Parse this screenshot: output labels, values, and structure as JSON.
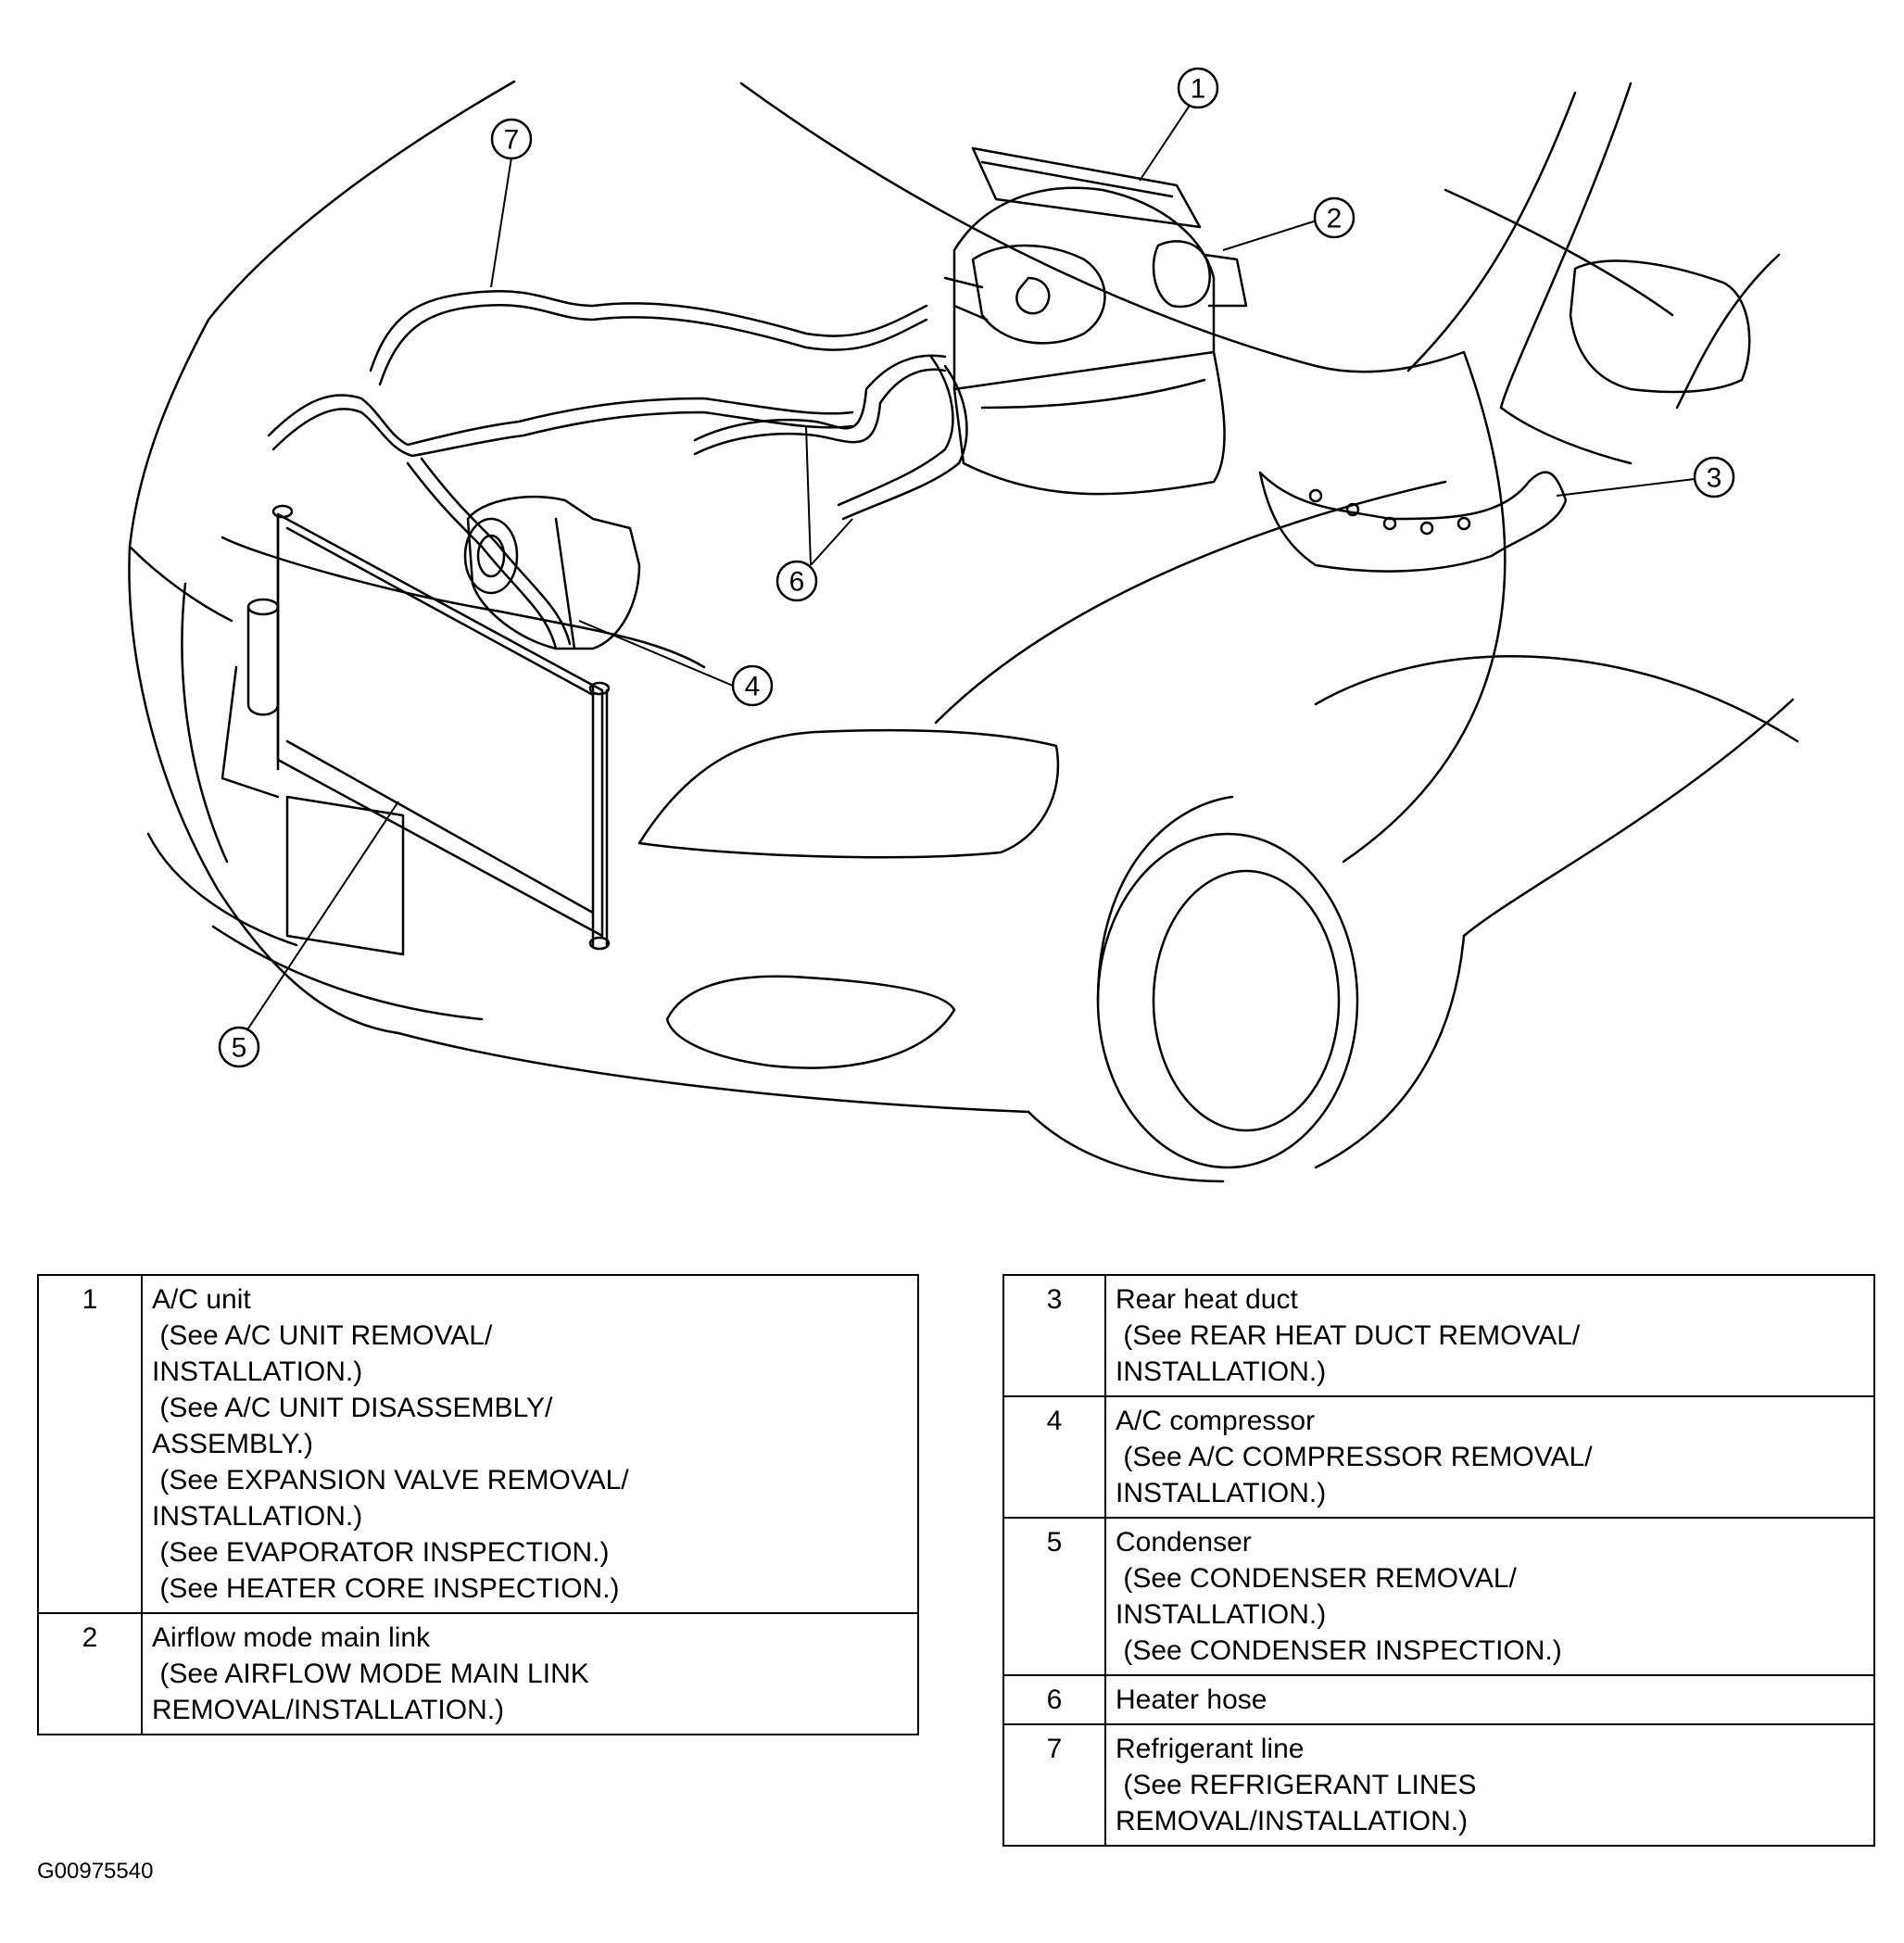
{
  "callouts": [
    "1",
    "2",
    "3",
    "4",
    "5",
    "6",
    "7"
  ],
  "legend_left": [
    {
      "num": "1",
      "title": "A/C unit",
      "notes": [
        " (See A/C UNIT REMOVAL/",
        "INSTALLATION.)",
        " (See A/C UNIT DISASSEMBLY/",
        "ASSEMBLY.)",
        " (See EXPANSION VALVE REMOVAL/",
        "INSTALLATION.)",
        " (See EVAPORATOR INSPECTION.)",
        " (See HEATER CORE INSPECTION.)"
      ]
    },
    {
      "num": "2",
      "title": "Airflow mode main link",
      "notes": [
        " (See AIRFLOW MODE MAIN LINK",
        "REMOVAL/INSTALLATION.)"
      ]
    }
  ],
  "legend_right": [
    {
      "num": "3",
      "title": "Rear heat duct",
      "notes": [
        " (See REAR HEAT DUCT REMOVAL/",
        "INSTALLATION.)"
      ]
    },
    {
      "num": "4",
      "title": "A/C compressor",
      "notes": [
        " (See A/C COMPRESSOR REMOVAL/",
        "INSTALLATION.)"
      ]
    },
    {
      "num": "5",
      "title": "Condenser",
      "notes": [
        " (See CONDENSER REMOVAL/",
        "INSTALLATION.)",
        " (See CONDENSER INSPECTION.)"
      ]
    },
    {
      "num": "6",
      "title": "Heater hose",
      "notes": []
    },
    {
      "num": "7",
      "title": "Refrigerant line",
      "notes": [
        " (See REFRIGERANT LINES",
        "REMOVAL/INSTALLATION.)"
      ]
    }
  ],
  "figure_id": "G00975540"
}
